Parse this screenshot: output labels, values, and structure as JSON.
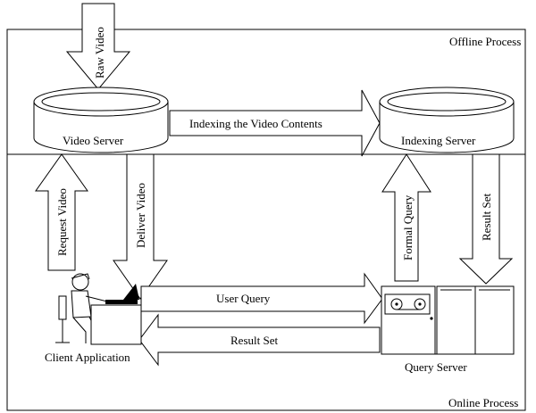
{
  "regions": {
    "offline": "Offline Process",
    "online": "Online Process"
  },
  "nodes": {
    "video_server": "Video Server",
    "indexing_server": "Indexing Server",
    "client_application": "Client Application",
    "query_server": "Query Server"
  },
  "flows": {
    "raw_video": "Raw Video",
    "indexing": "Indexing the  Video Contents",
    "request_video": "Request Video",
    "deliver_video": "Deliver Video",
    "formal_query": "Formal Query",
    "result_set_down": "Result Set",
    "user_query": "User Query",
    "result_set_back": "Result Set"
  }
}
